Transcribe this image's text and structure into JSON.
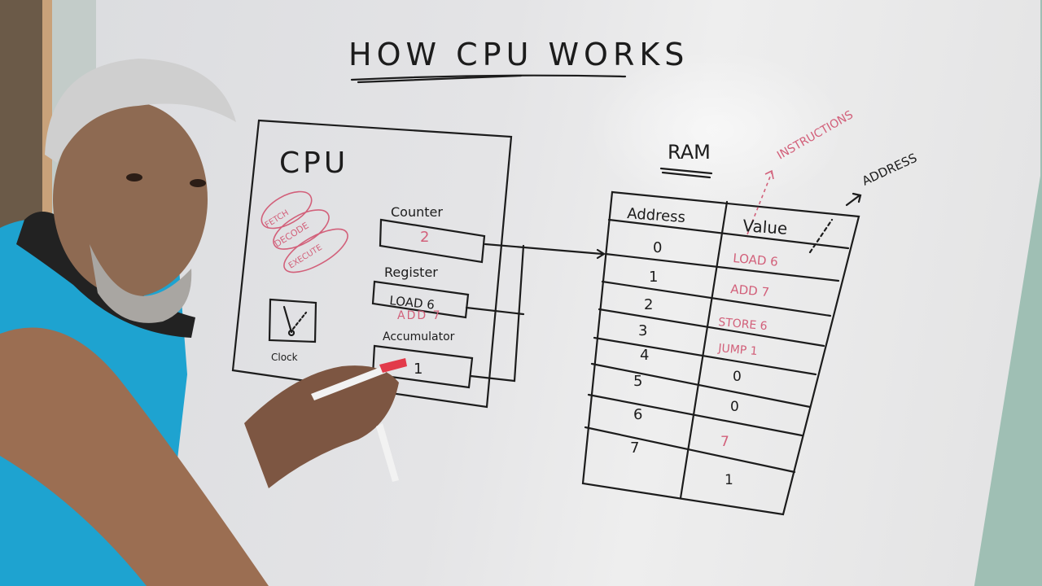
{
  "board": {
    "title": "HOW CPU WORKS",
    "cpu": {
      "label": "CPU",
      "cycle": [
        "FETCH",
        "DECODE",
        "EXECUTE"
      ],
      "clock_label": "Clock",
      "counter": {
        "label": "Counter",
        "value": "2"
      },
      "register": {
        "label": "Register",
        "value": "LOAD 6",
        "next_value": "ADD 7"
      },
      "accumulator": {
        "label": "Accumulator",
        "value": "1"
      }
    },
    "ram": {
      "label": "RAM",
      "annotation_instructions": "INSTRUCTIONS",
      "annotation_address": "ADDRESS",
      "columns": [
        "Address",
        "Value"
      ],
      "rows": [
        {
          "address": "0",
          "value": "LOAD 6"
        },
        {
          "address": "1",
          "value": "ADD 7"
        },
        {
          "address": "2",
          "value": "STORE 6"
        },
        {
          "address": "3",
          "value": "JUMP 1"
        },
        {
          "address": "4",
          "value": "0"
        },
        {
          "address": "5",
          "value": "0"
        },
        {
          "address": "6",
          "value": "7"
        },
        {
          "address": "7",
          "value": "1"
        }
      ]
    }
  },
  "colors": {
    "ink_black": "#1c1c1c",
    "ink_red": "#d2607a",
    "shirt": "#1ea3d0",
    "whiteboard": "#e4e4e6"
  }
}
